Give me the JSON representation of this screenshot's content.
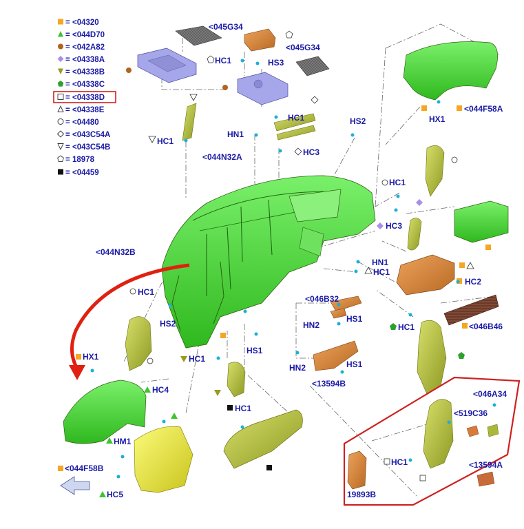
{
  "legend": [
    {
      "symbol": "square-filled-orange",
      "code": "<04320"
    },
    {
      "symbol": "triangle-filled-green",
      "code": "<044D70"
    },
    {
      "symbol": "circle-filled-brown",
      "code": "<042A82"
    },
    {
      "symbol": "diamond-filled-purple",
      "code": "<04338A"
    },
    {
      "symbol": "triangle-down-filled-olive",
      "code": "<04338B"
    },
    {
      "symbol": "pentagon-filled-green",
      "code": "<04338C"
    },
    {
      "symbol": "square-outline",
      "code": "<04338D",
      "highlighted": true
    },
    {
      "symbol": "triangle-outline",
      "code": "<04338E"
    },
    {
      "symbol": "circle-outline",
      "code": "<04480"
    },
    {
      "symbol": "diamond-outline",
      "code": "<043C54A"
    },
    {
      "symbol": "triangle-down-outline",
      "code": "<043C54B"
    },
    {
      "symbol": "pentagon-outline",
      "code": "18978"
    },
    {
      "symbol": "square-filled-black",
      "code": "<04459"
    }
  ],
  "legend_sep": "=",
  "labels": {
    "l045G34_a": "<045G34",
    "l045G34_b": "<045G34",
    "hc1_top": "HC1",
    "hs3": "HS3",
    "hc1_mid": "HC1",
    "hc1_left": "HC1",
    "hn1_top": "HN1",
    "hc3_mid": "HC3",
    "l044N32A": "<044N32A",
    "hs2_top": "HS2",
    "hx1_top": "HX1",
    "l044F58A": "<044F58A",
    "hc1_right": "HC1",
    "hc3_right": "HC3",
    "l044N32B": "<044N32B",
    "hn1_center": "HN1",
    "hc1_center": "HC1",
    "hc2": "HC2",
    "hc1_leftpanel": "HC1",
    "hs2_left": "HS2",
    "l046B32": "<046B32",
    "hn2_a": "HN2",
    "hs1_a": "HS1",
    "hc1_rightbezel": "HC1",
    "l046B46": "<046B46",
    "hs1_mid": "HS1",
    "hn2_b": "HN2",
    "hs1_b": "HS1",
    "l13594B": "<13594B",
    "hx1_left": "HX1",
    "hc1_bracket": "HC1",
    "hc4": "HC4",
    "hc1_glove": "HC1",
    "l046A34": "<046A34",
    "l519C36": "<519C36",
    "hm1": "HM1",
    "hc1_box": "HC1",
    "l044F58B": "<044F58B",
    "hc5": "HC5",
    "l13594A": "<13594A",
    "l19893B": "19893B"
  },
  "colors": {
    "label": "#1a1aa6",
    "part_green": "#3dd62c",
    "part_olive": "#a9b83a",
    "part_yellow": "#e8e83a",
    "part_orange": "#d8863a",
    "part_purple": "#a9a9e8",
    "part_gray": "#5a5a5a",
    "highlight_red": "#d02020",
    "arrow_red": "#e02010"
  }
}
